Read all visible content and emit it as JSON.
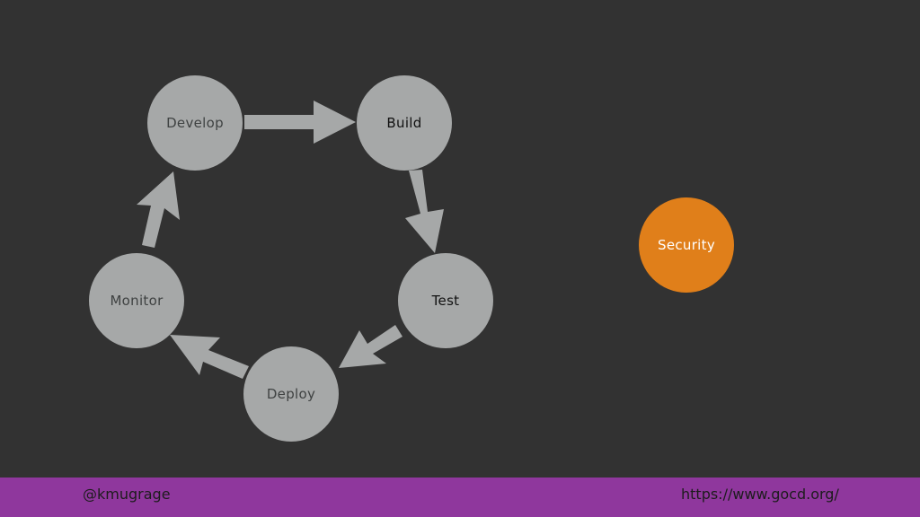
{
  "diagram": {
    "nodes": [
      {
        "id": "develop",
        "label": "Develop"
      },
      {
        "id": "build",
        "label": "Build"
      },
      {
        "id": "test",
        "label": "Test"
      },
      {
        "id": "deploy",
        "label": "Deploy"
      },
      {
        "id": "monitor",
        "label": "Monitor"
      }
    ],
    "edges": [
      {
        "from": "develop",
        "to": "build"
      },
      {
        "from": "build",
        "to": "test"
      },
      {
        "from": "test",
        "to": "deploy"
      },
      {
        "from": "deploy",
        "to": "monitor"
      },
      {
        "from": "monitor",
        "to": "develop"
      }
    ],
    "security": {
      "label": "Security"
    }
  },
  "footer": {
    "handle": "@kmugrage",
    "url": "https://www.gocd.org/"
  },
  "colors": {
    "background": "#323232",
    "node_fill": "#a6a8a8",
    "arrow_fill": "#a6a8a8",
    "security_fill": "#e07f1a",
    "footer_bar": "#8f379d"
  }
}
